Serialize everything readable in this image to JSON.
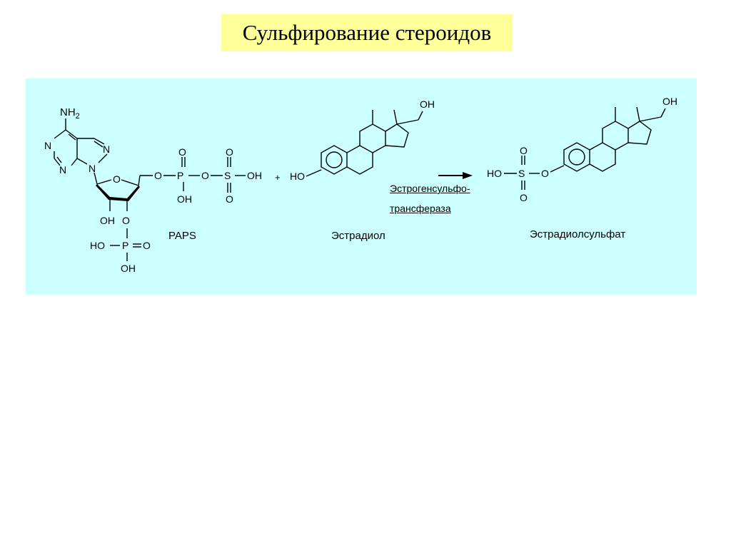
{
  "title": "Сульфирование стероидов",
  "labels": {
    "paps": "PAPS",
    "estradiol": "Эстрадиол",
    "estradiol_sulfate": "Эстрадиолсульфат",
    "enzyme_line1": "Эстрогенсульфо-",
    "enzyme_line2": "трансфераза",
    "plus": "+"
  },
  "atoms": {
    "nh2": "NH2",
    "n": "N",
    "o": "O",
    "p": "P",
    "s": "S",
    "oh": "OH",
    "ho": "HO"
  },
  "colors": {
    "title_bg": "#ffff99",
    "panel_bg": "#ccffff",
    "ink": "#000000"
  }
}
